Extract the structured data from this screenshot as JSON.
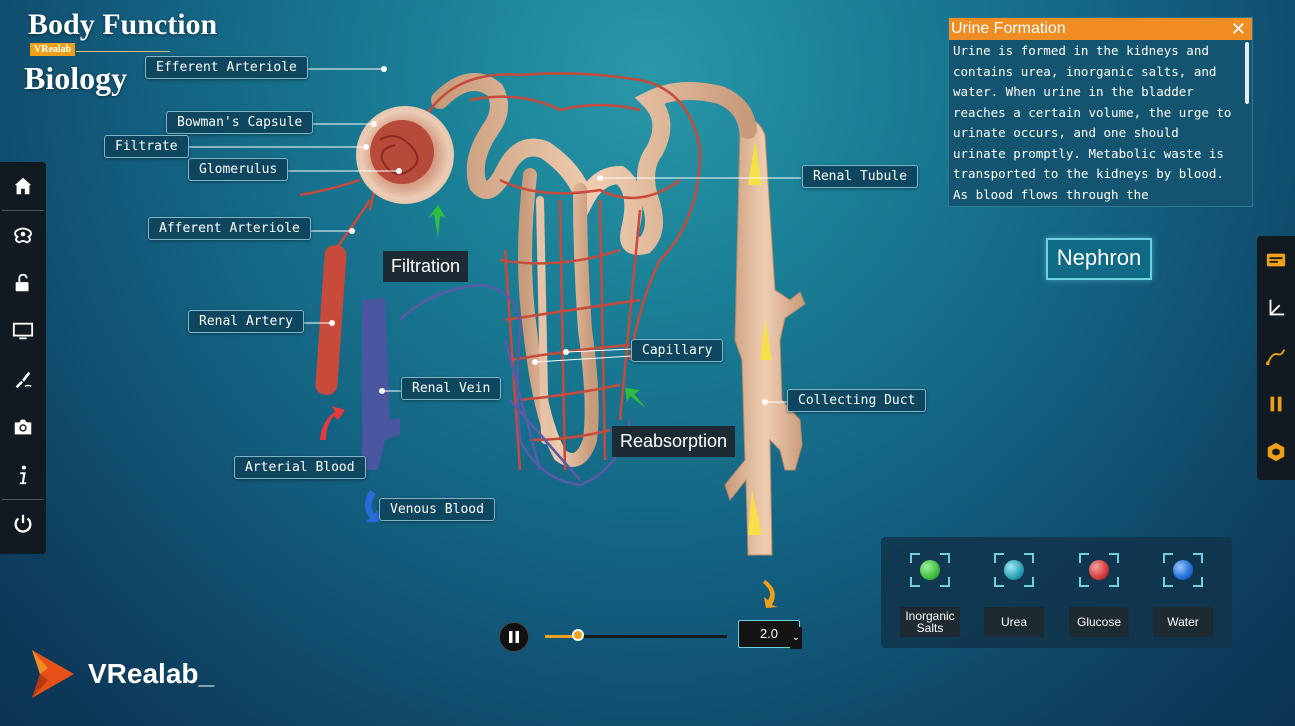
{
  "brand": {
    "title": "Body Function",
    "badge": "VRealab",
    "subtitle": "Biology",
    "logo_text": "VRealab_"
  },
  "labels": {
    "efferent_arteriole": "Efferent Arteriole",
    "bowmans_capsule": "Bowman's Capsule",
    "filtrate": "Filtrate",
    "glomerulus": "Glomerulus",
    "afferent_arteriole": "Afferent Arteriole",
    "renal_artery": "Renal Artery",
    "renal_vein": "Renal Vein",
    "arterial_blood": "Arterial Blood",
    "venous_blood": "Venous Blood",
    "renal_tubule": "Renal Tubule",
    "capillary": "Capillary",
    "collecting_duct": "Collecting Duct"
  },
  "process": {
    "filtration": "Filtration",
    "reabsorption": "Reabsorption"
  },
  "panel": {
    "title": "Urine Formation",
    "close": "✕",
    "body": "Urine is formed in the kidneys and contains urea, inorganic salts, and water. When urine in the bladder reaches a certain volume, the urge to urinate occurs, and one should urinate promptly. Metabolic waste is transported to the kidneys by blood. As blood flows through the glomerulus,"
  },
  "model_title": "Nephron",
  "legend": [
    {
      "label": "Inorganic Salts",
      "color": "#3fbf3f"
    },
    {
      "label": "Urea",
      "color": "#2aa0b8"
    },
    {
      "label": "Glucose",
      "color": "#d83a3a"
    },
    {
      "label": "Water",
      "color": "#1f6fd8"
    }
  ],
  "playback": {
    "speed": "2.0",
    "progress": 0.18
  },
  "sidebar": [
    "home-icon",
    "anatomy-icon",
    "unlock-icon",
    "monitor-icon",
    "draw-icon",
    "camera-icon",
    "info-icon",
    "power-icon"
  ],
  "rightbar": [
    "card-icon",
    "axis-icon",
    "curve-icon",
    "pause-icon",
    "cube-icon"
  ]
}
